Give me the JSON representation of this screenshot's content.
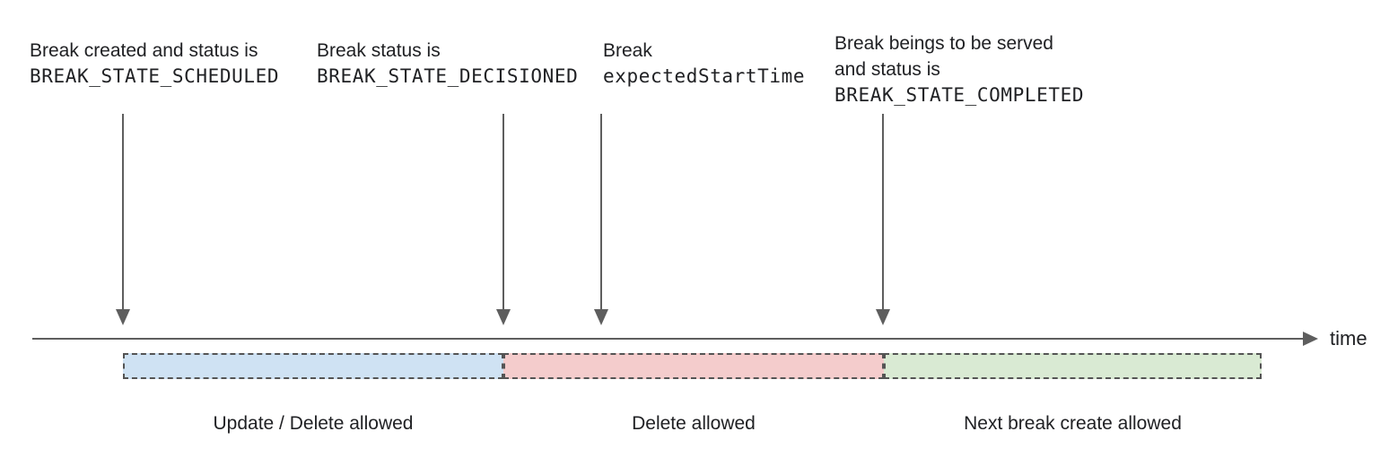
{
  "annotations": [
    {
      "line1": "Break created and status is",
      "line2_code": "BREAK_STATE_SCHEDULED"
    },
    {
      "line1": "Break status is",
      "line2_code": "BREAK_STATE_DECISIONED"
    },
    {
      "line1": "Break",
      "line2_code": "expectedStartTime"
    },
    {
      "line1": "Break beings to be served",
      "line2": "and status is",
      "line3_code": "BREAK_STATE_COMPLETED"
    }
  ],
  "timeline": {
    "axis_label": "time"
  },
  "segments": [
    {
      "label": "Update / Delete allowed",
      "color": "#cfe2f3"
    },
    {
      "label": "Delete allowed",
      "color": "#f4cccc"
    },
    {
      "label": "Next break create allowed",
      "color": "#d9ead3"
    }
  ],
  "colors": {
    "text": "#202124",
    "arrow": "#5e5e5e",
    "border": "#545454"
  }
}
